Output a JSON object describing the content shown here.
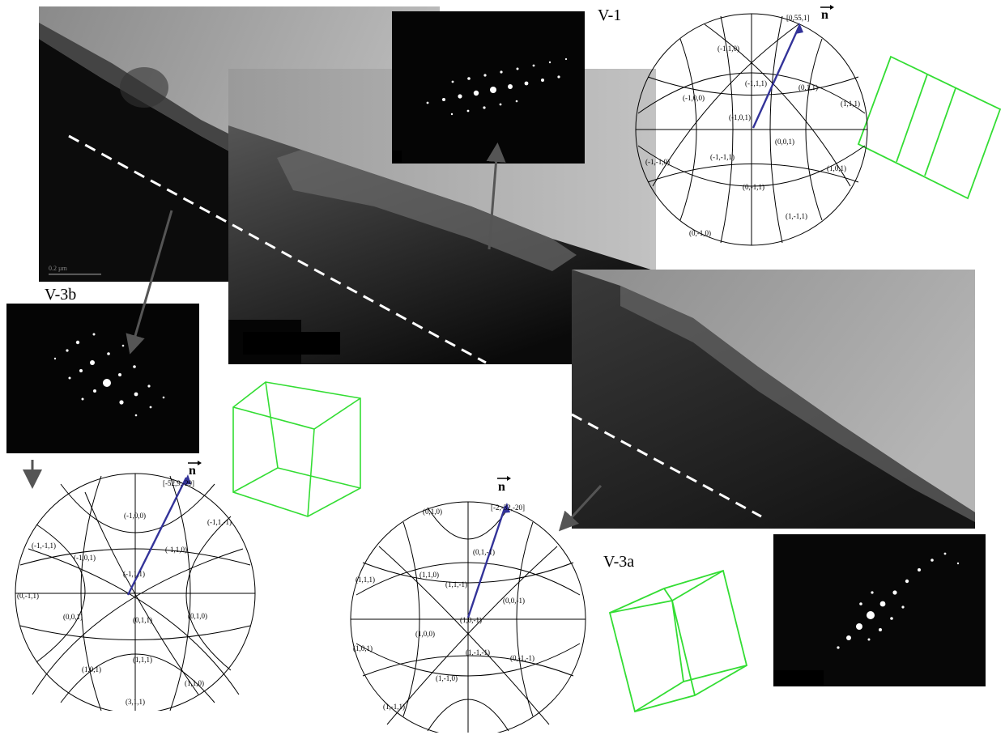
{
  "labels": {
    "v1": "V-1",
    "v3b": "V-3b",
    "v3a": "V-3a",
    "scale_bar": "0.2 µm"
  },
  "vector_symbol": "n",
  "pole_figures": {
    "v1": {
      "direction": "[0,55,1]",
      "poles": [
        "(-1,1,0)",
        "(-1,0,0)",
        "(-1,1,1)",
        "(0,1,1)",
        "(1,1,1)",
        "(-1,0,1)",
        "(0,0,1)",
        "(-1,-1,0)",
        "(-1,-1,1)",
        "(1,0,1)",
        "(0,-1,1)",
        "(1,-1,1)",
        "(0,-1,0)"
      ]
    },
    "v3b": {
      "direction": "[-52,9,-29]",
      "poles": [
        "(-1,0,0)",
        "(-1,1,-1)",
        "(-1,-1,1)",
        "(-1,0,1)",
        "(-1,1,0)",
        "(-1,1,1)",
        "(0,-1,1)",
        "(0,0,1)",
        "(0,1,1)",
        "(0,1,0)",
        "(1,1,1)",
        "(1,0,1)",
        "(1,1,0)",
        "(3,1,1)"
      ]
    },
    "v3a": {
      "direction": "[-2,-32,-20]",
      "poles": [
        "(0,1,0)",
        "(0,1,-1)",
        "(1,1,1)",
        "(1,1,0)",
        "(1,1,-1)",
        "(0,0,-1)",
        "(1,0,-1)",
        "(1,0,0)",
        "(1,0,1)",
        "(1,-1,-1)",
        "(0,-1,-1)",
        "(1,-1,0)",
        "(1,-1,1)"
      ]
    }
  },
  "colors": {
    "cube": "#33dd33",
    "vector": "#333399",
    "arrow": "#555555",
    "dash": "#ffffff"
  }
}
